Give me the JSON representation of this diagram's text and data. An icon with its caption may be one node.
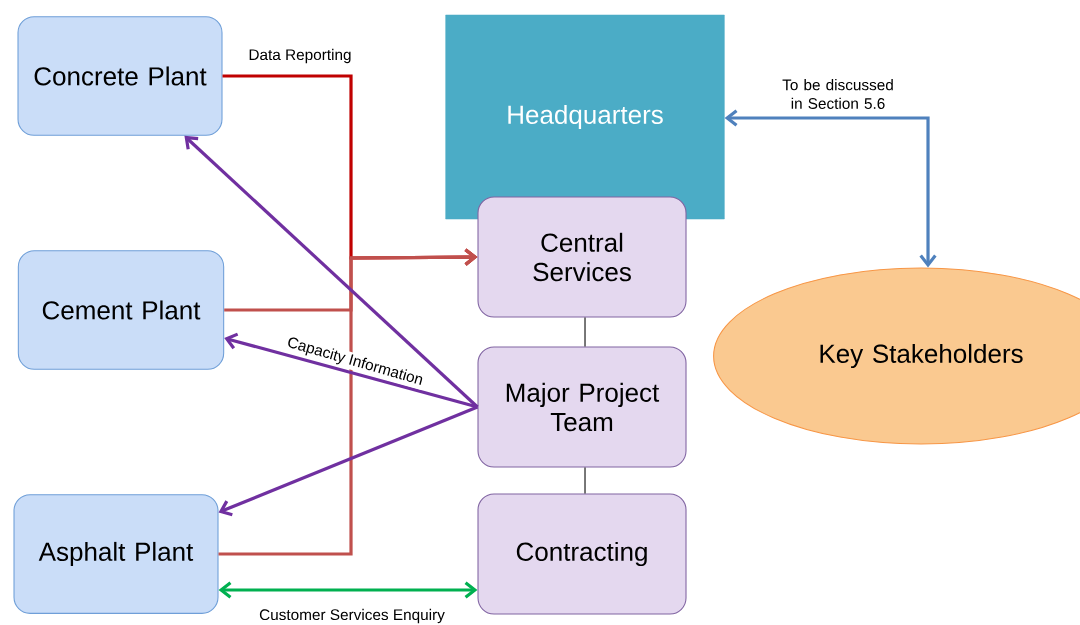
{
  "diagram": {
    "nodes": [
      {
        "text": [
          "Concrete Plant"
        ]
      },
      {
        "text": [
          "Cement Plant"
        ]
      },
      {
        "text": [
          "Asphalt Plant"
        ]
      },
      {
        "text": [
          "Headquarters"
        ]
      },
      {
        "text": [
          "Central Services"
        ]
      },
      {
        "text": [
          "Major Project Team"
        ]
      },
      {
        "text": [
          "Contracting"
        ]
      },
      {
        "text": [
          "Key Stakeholders"
        ]
      }
    ],
    "edges": [
      {
        "from": 0,
        "to": 4,
        "arrow": "to",
        "label": "Data Reporting",
        "color": "#c00000"
      },
      {
        "from": 1,
        "to": 4,
        "arrow": "to",
        "color": "#c0504d"
      },
      {
        "from": 2,
        "to": 4,
        "arrow": "to",
        "color": "#c0504d"
      },
      {
        "from": 5,
        "to": 0,
        "arrow": "to",
        "color": "#7030a0"
      },
      {
        "from": 5,
        "to": 1,
        "arrow": "to",
        "label": "Capacity Information",
        "color": "#7030a0"
      },
      {
        "from": 5,
        "to": 2,
        "arrow": "to",
        "color": "#7030a0"
      },
      {
        "from": 2,
        "to": 6,
        "arrow": "both",
        "label": "Customer Services Enquiry",
        "color": "#00b050"
      },
      {
        "from": 7,
        "to": 3,
        "arrow": "both",
        "label": "To be discussed in Section 5.6",
        "color": "#4f81bd"
      },
      {
        "from": 4,
        "to": 5,
        "arrow": "none",
        "color": "#000000"
      },
      {
        "from": 5,
        "to": 6,
        "arrow": "none",
        "color": "#000000"
      }
    ]
  }
}
